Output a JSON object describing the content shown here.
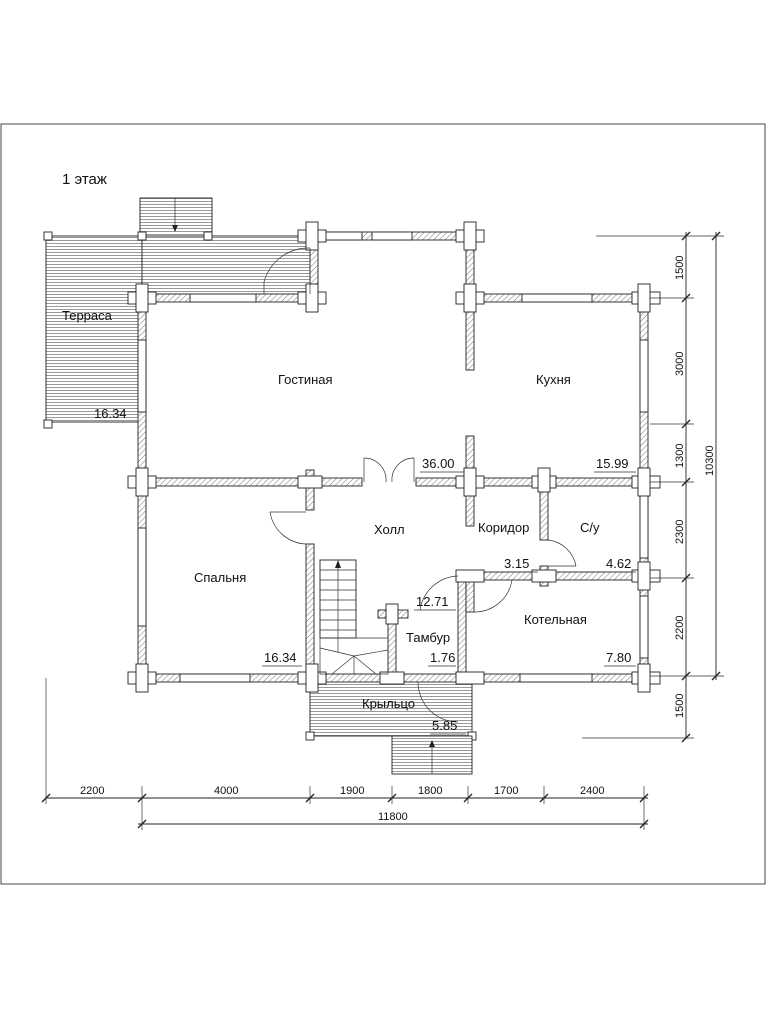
{
  "title": "1 этаж",
  "rooms": {
    "terrace": "Терраса",
    "living": "Гостиная",
    "kitchen": "Кухня",
    "hall": "Холл",
    "corridor": "Коридор",
    "wc": "С/у",
    "bedroom": "Спальня",
    "vestibule": "Тамбур",
    "boiler": "Котельная",
    "porch": "Крыльцо"
  },
  "areas": {
    "terrace": "16.34",
    "living": "36.00",
    "kitchen": "15.99",
    "corridor": "3.15",
    "wc": "4.62",
    "hall": "12.71",
    "bedroom": "16.34",
    "vestibule": "1.76",
    "boiler": "7.80",
    "porch": "5.85"
  },
  "dimensions": {
    "bottom": [
      "2200",
      "4000",
      "1900",
      "1800",
      "1700",
      "2400"
    ],
    "bottom_total": "11800",
    "right": [
      "1500",
      "3000",
      "1300",
      "2300",
      "2200",
      "1500"
    ],
    "right_total": "10300"
  }
}
